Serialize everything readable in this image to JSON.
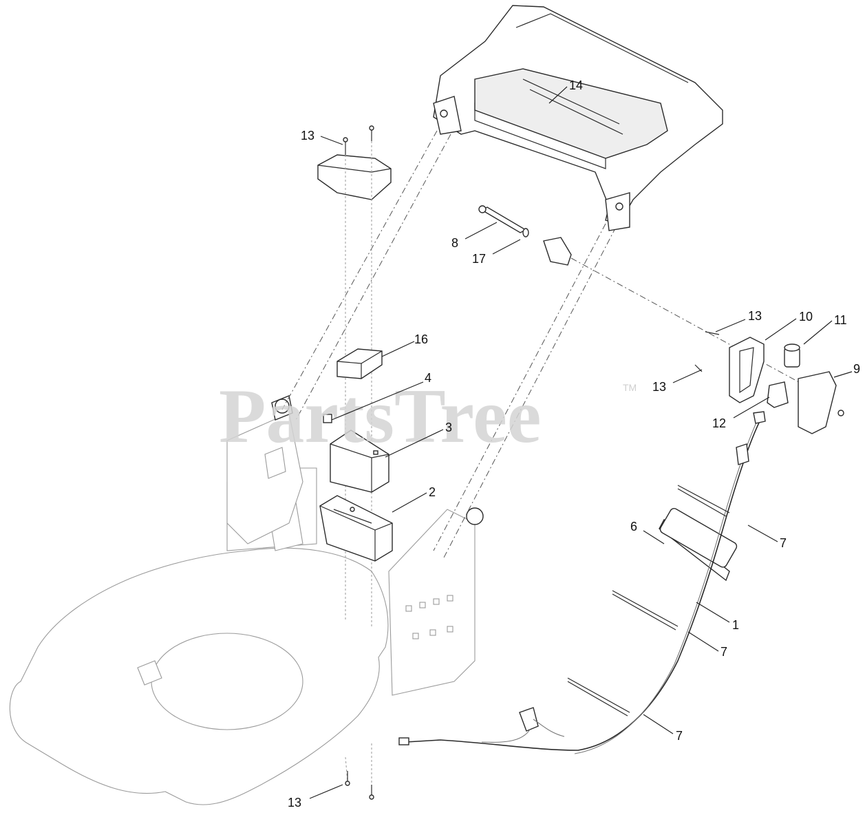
{
  "watermark": {
    "text": "PartsTree",
    "trademark": "TM"
  },
  "callouts": [
    {
      "id": "c14",
      "label": "14"
    },
    {
      "id": "c13a",
      "label": "13"
    },
    {
      "id": "c8",
      "label": "8"
    },
    {
      "id": "c17",
      "label": "17"
    },
    {
      "id": "c13b",
      "label": "13"
    },
    {
      "id": "c10",
      "label": "10"
    },
    {
      "id": "c11",
      "label": "11"
    },
    {
      "id": "c16",
      "label": "16"
    },
    {
      "id": "c13c",
      "label": "13"
    },
    {
      "id": "c9",
      "label": "9"
    },
    {
      "id": "c4",
      "label": "4"
    },
    {
      "id": "c12",
      "label": "12"
    },
    {
      "id": "c3",
      "label": "3"
    },
    {
      "id": "c2",
      "label": "2"
    },
    {
      "id": "c6",
      "label": "6"
    },
    {
      "id": "c7a",
      "label": "7"
    },
    {
      "id": "c1",
      "label": "1"
    },
    {
      "id": "c7b",
      "label": "7"
    },
    {
      "id": "c7c",
      "label": "7"
    },
    {
      "id": "c13d",
      "label": "13"
    }
  ]
}
